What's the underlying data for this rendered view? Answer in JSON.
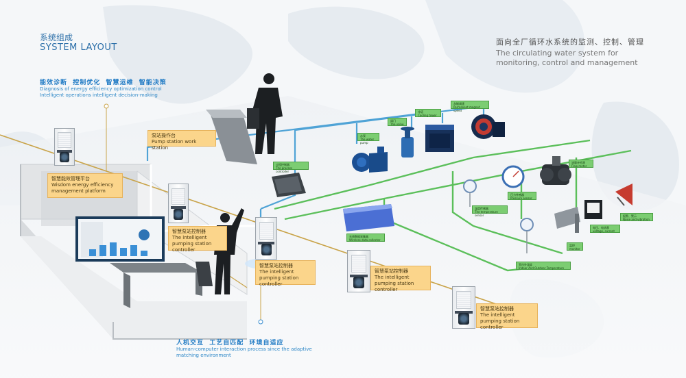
{
  "header": {
    "title_cn": "系统组成",
    "title_en": "SYSTEM LAYOUT",
    "subtitle_cn": "面向全厂循环水系统的监测、控制、管理",
    "subtitle_en": "The circulating water system for monitoring, control and management"
  },
  "features_top": {
    "cn": "能效诊断  控制优化  智慧运维  智能决策",
    "en_line1": "Diagnosis of energy efficiency optimization control",
    "en_line2": "Intelligent operations intelligent decision-making"
  },
  "features_bottom": {
    "cn": "人机交互  工艺自匹配  环境自适应",
    "en_line1": "Human-computer interaction process since the adaptive",
    "en_line2": "matching environment"
  },
  "labels": {
    "wisdom_cn": "智慧能效管理平台",
    "wisdom_en": "Wisdom energy efficiency management platform",
    "pump_ws_cn": "泵站操作台",
    "pump_ws_en": "Pump station work station",
    "ctrl_cn": "智慧泵站控制器",
    "ctrl_en": "The intelligent pumping station controller"
  },
  "devices": {
    "process_controller": {
      "cn": "过程控制器",
      "en": "The process controller"
    },
    "water_pump": {
      "cn": "水泵",
      "en": "The water pump"
    },
    "valve": {
      "cn": "阀门",
      "en": "The valve"
    },
    "cooling_tower": {
      "cn": "冷塔",
      "en": "Cooling tower"
    },
    "magnet_speed": {
      "cn": "永磁调速",
      "en": "Permanent magnet speed"
    },
    "flow_meter": {
      "cn": "流量计检测",
      "en": "Flow meter"
    },
    "pressure": {
      "cn": "压力传感器",
      "en": "Pressure sensor"
    },
    "temperature": {
      "cn": "温度传感器",
      "en": "The temperature sensor"
    },
    "wireless": {
      "cn": "无线数据采集器",
      "en": "Wireless data collector"
    },
    "voltage": {
      "cn": "电压、电流表",
      "en": "voltage, current"
    },
    "alarm": {
      "cn": "报警、警示",
      "en": "Noise and vibration"
    },
    "monitor": {
      "cn": "监控",
      "en": "monitor"
    },
    "indoor_temp": {
      "cn": "室内外温度",
      "en": "Indoor And Outdoor Temperature"
    }
  },
  "colors": {
    "title": "#2a6ea8",
    "label_bg": "#fbd58b",
    "device_label_bg": "#7ccd72",
    "pipe_green": "#5bbf5a",
    "pipe_blue": "#4fa3d6"
  }
}
